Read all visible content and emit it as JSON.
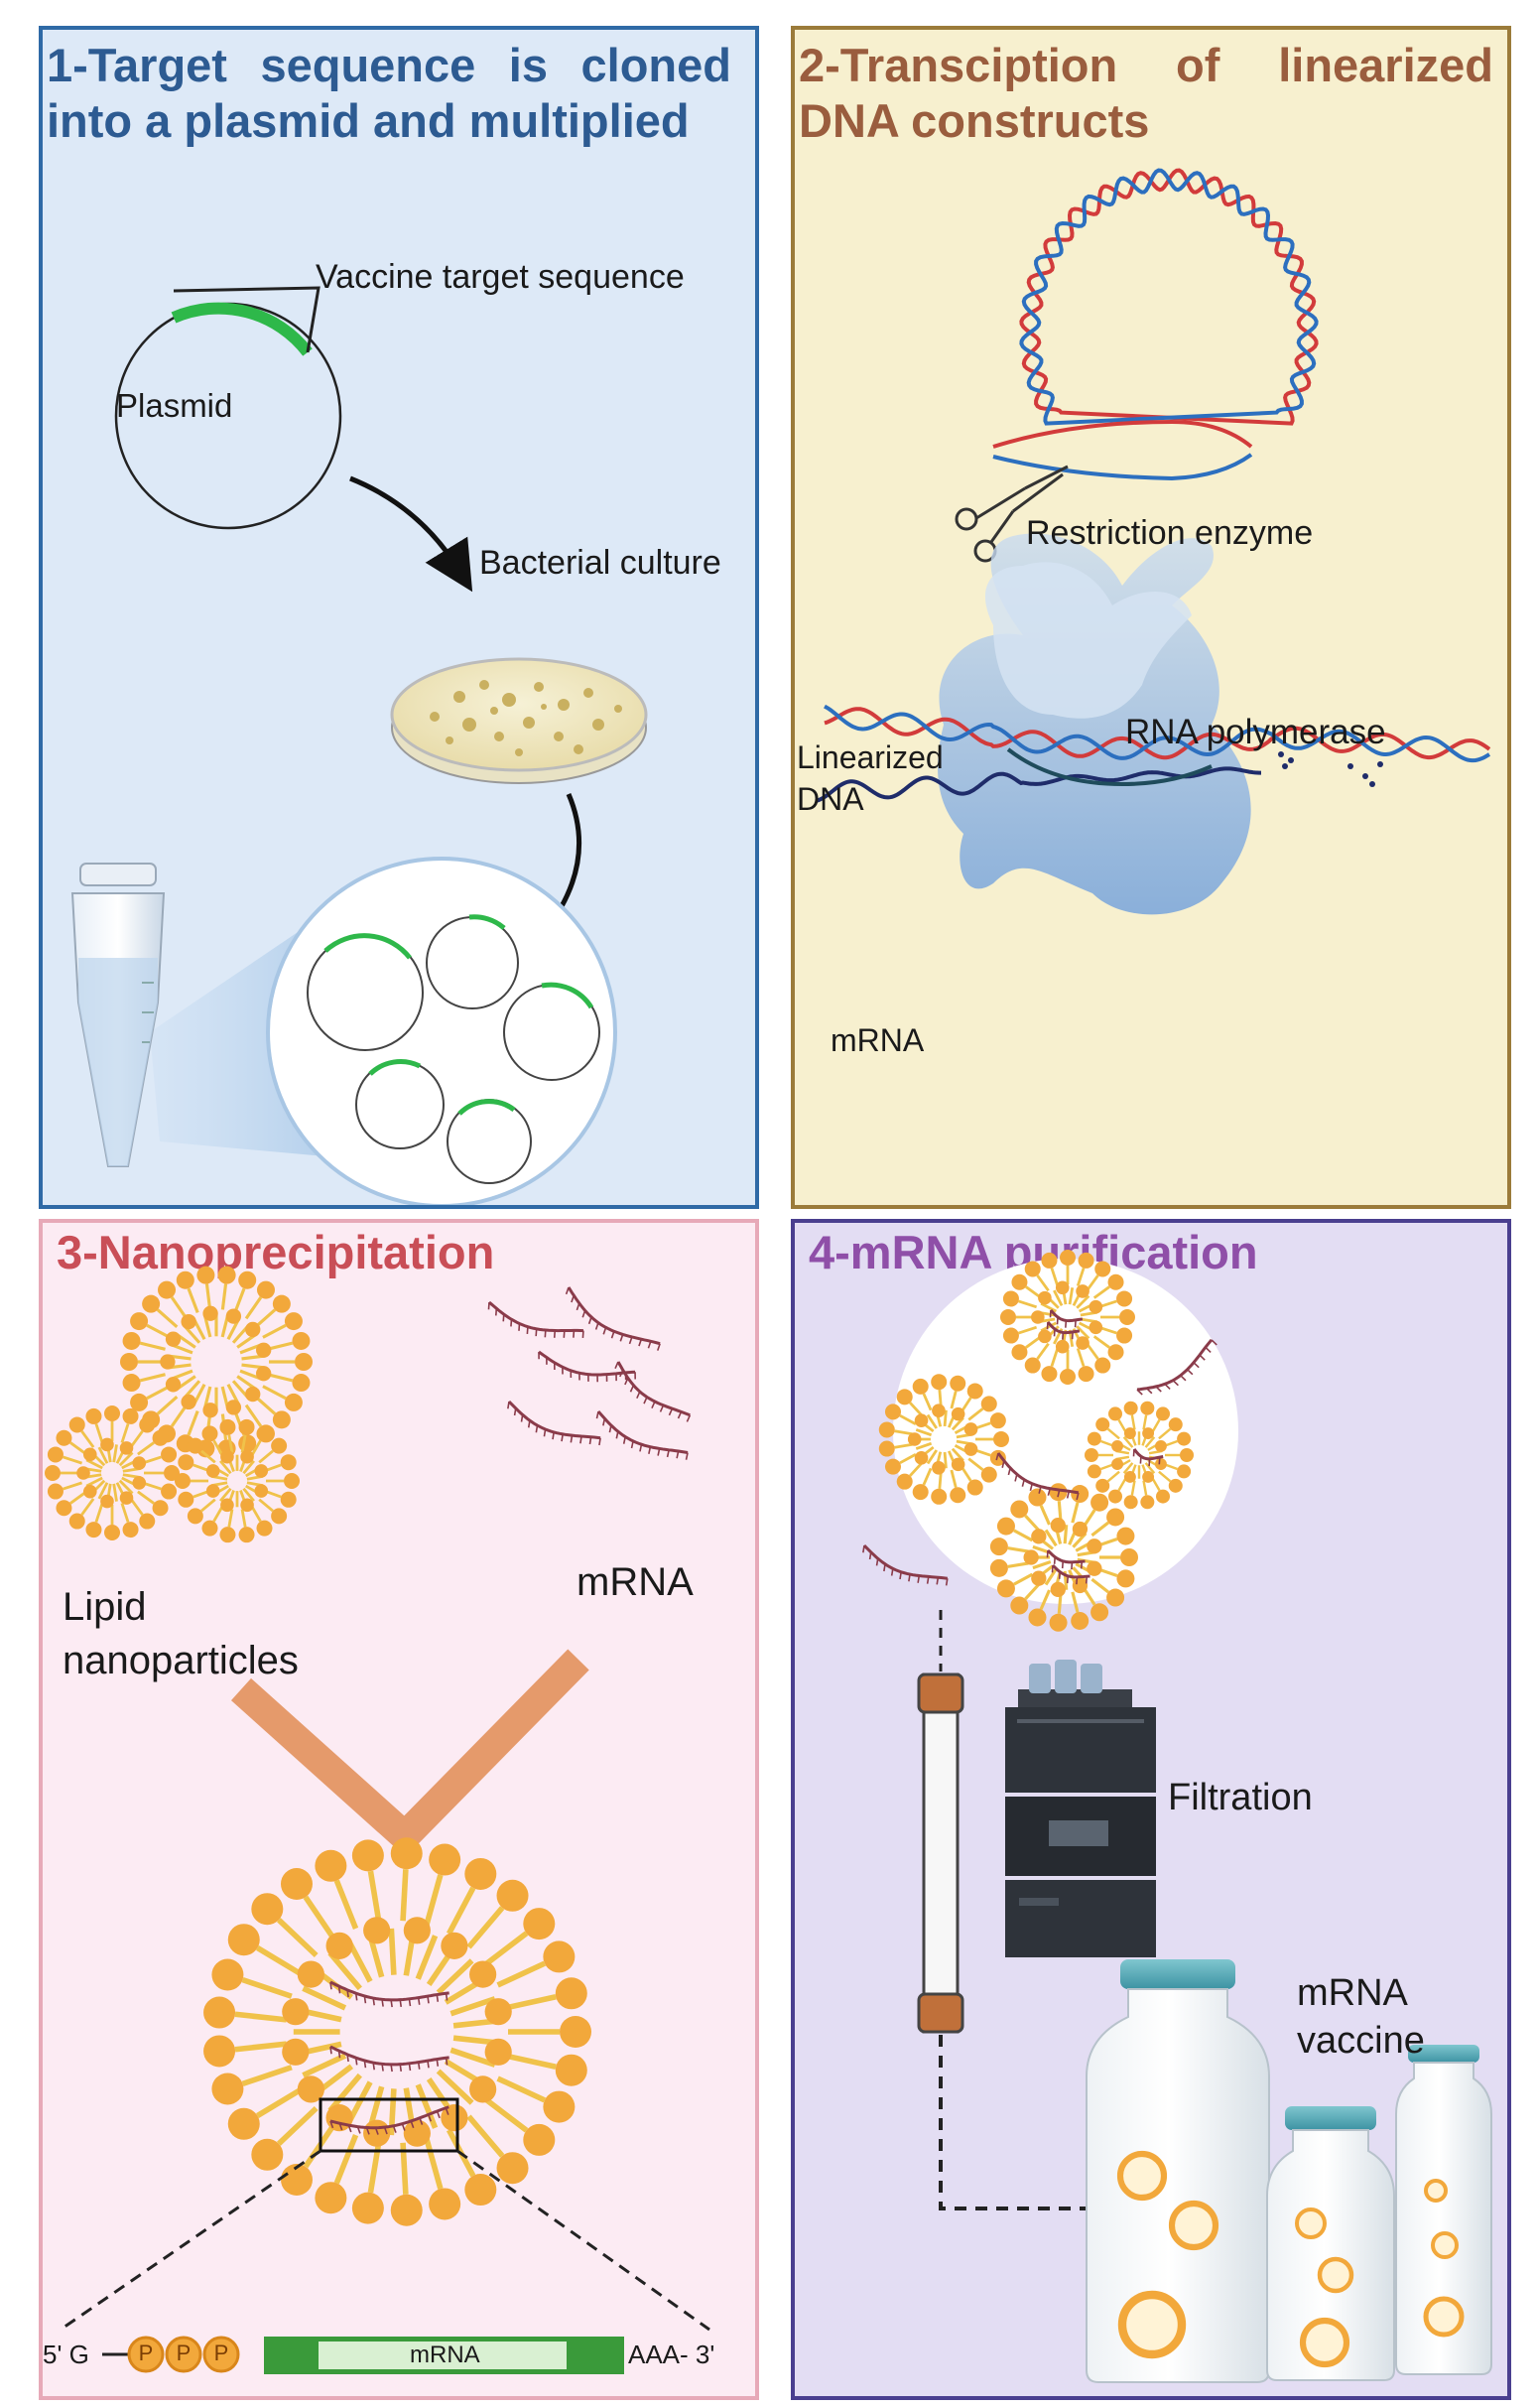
{
  "panel1": {
    "title": "1-Target sequence is cloned into a plasmid and multiplied",
    "vaccine_target_label": "Vaccine target sequence",
    "plasmid_label": "Plasmid",
    "bacterial_culture_label": "Bacterial culture"
  },
  "panel2": {
    "title": "2-Transciption of linearized DNA constructs",
    "restriction_enzyme_label": "Restriction enzyme",
    "rna_polymerase_label": "RNA polymerase",
    "linearized_dna_label_line1": "Linearized",
    "linearized_dna_label_line2": "DNA",
    "mrna_label": "mRNA"
  },
  "panel3": {
    "title": "3-Nanoprecipitation",
    "lipid_label_line1": "Lipid",
    "lipid_label_line2": "nanoparticles",
    "mrna_label": "mRNA",
    "five_prime_label": "5' G",
    "phosphate_labels": [
      "P",
      "P",
      "P"
    ],
    "mrna_box_label": "mRNA",
    "three_prime_label": "AAA- 3'"
  },
  "panel4": {
    "title": "4-mRNA purification",
    "filtration_label": "Filtration",
    "vaccine_label_line1": "mRNA",
    "vaccine_label_line2": "vaccine"
  },
  "colors": {
    "panel1_title": "#2d5b92",
    "panel2_title": "#9a5d3e",
    "panel3_title": "#c94e57",
    "panel4_title": "#8f4fa8",
    "target_sequence": "#2eb84a",
    "lipid": "#f2a83b",
    "mrna_strand": "#8a3b4a"
  }
}
